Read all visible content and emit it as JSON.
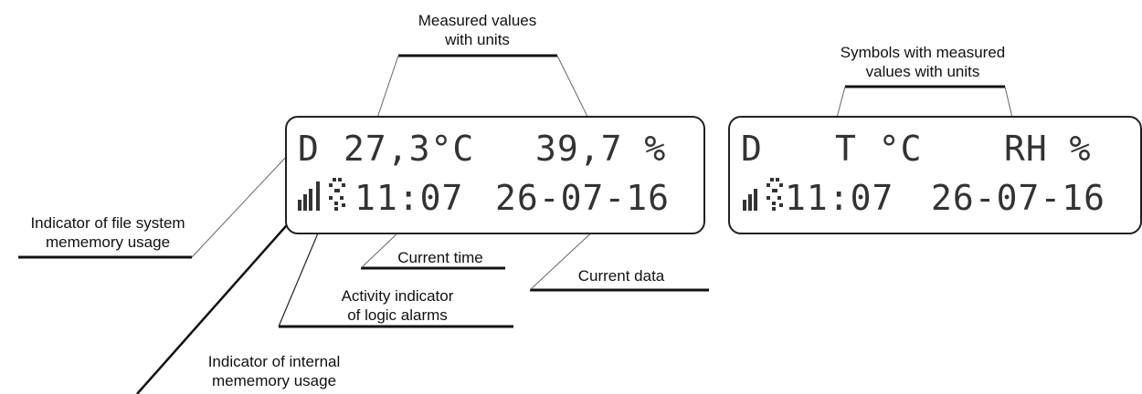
{
  "callouts": {
    "measured_values": [
      "Measured values",
      "with units"
    ],
    "symbols_values": [
      "Symbols with measured",
      "values with units"
    ],
    "file_system": [
      "Indicator of file system",
      "mememory usage"
    ],
    "current_time": "Current time",
    "current_data": "Current data",
    "logic_alarms": [
      "Activity indicator",
      "of logic alarms"
    ],
    "internal_memory": [
      "Indicator of internal",
      "mememory usage"
    ]
  },
  "display_left": {
    "row1_icon": "D",
    "temperature": "27,3°C",
    "humidity": "39,7 %",
    "time": "11:07",
    "date": "26-07-16"
  },
  "display_right": {
    "row1_icon": "D",
    "temp_symbol": "T °C",
    "rh_symbol": "RH %",
    "time": "11:07",
    "date": "26-07-16"
  }
}
